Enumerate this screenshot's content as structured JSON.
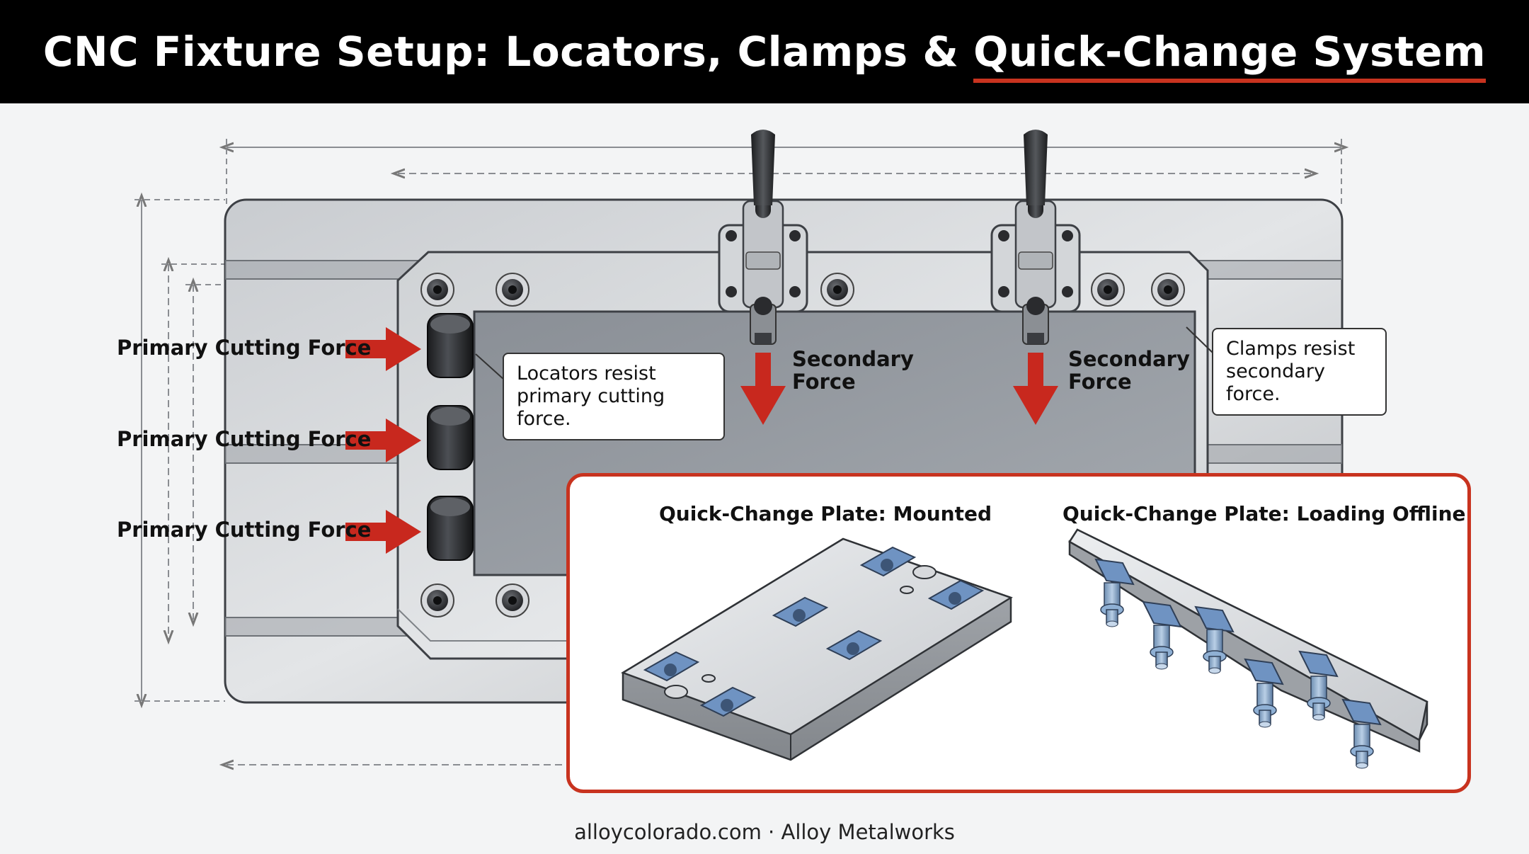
{
  "header": {
    "title_prefix": "CNC Fixture Setup: Locators, Clamps & ",
    "title_highlight": "Quick-Change System",
    "accent_color": "#c8331f"
  },
  "fixture": {
    "primary_force_labels": [
      "Primary Cutting Force",
      "Primary Cutting Force",
      "Primary Cutting Force"
    ],
    "secondary_force_labels": [
      "Secondary\nForce",
      "Secondary\nForce"
    ],
    "locator_callout": "Locators resist\nprimary cutting force.",
    "clamp_callout": "Clamps resist\nsecondary force.",
    "arrow_color": "#c8281e"
  },
  "inset": {
    "mounted_title": "Quick-Change Plate: Mounted",
    "offline_title": "Quick-Change Plate: Loading Offline"
  },
  "footer": {
    "credit": "alloycolorado.com · Alloy Metalworks"
  }
}
